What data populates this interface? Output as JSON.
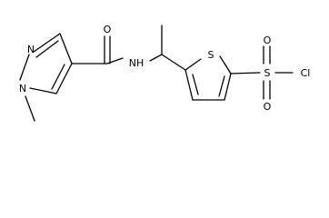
{
  "molecule": {
    "atoms": {
      "o_carbonyl": "O",
      "n_pyrazole_top": "N",
      "n_pyrazole_bottom": "N",
      "nh_amide": "NH",
      "s_thiophene": "S",
      "s_sulfonyl": "S",
      "o_sulfonyl_top": "O",
      "o_sulfonyl_bottom": "O",
      "cl": "Cl"
    }
  },
  "colors": {
    "bond": "#000000",
    "label": "#000000",
    "background": "#ffffff"
  }
}
